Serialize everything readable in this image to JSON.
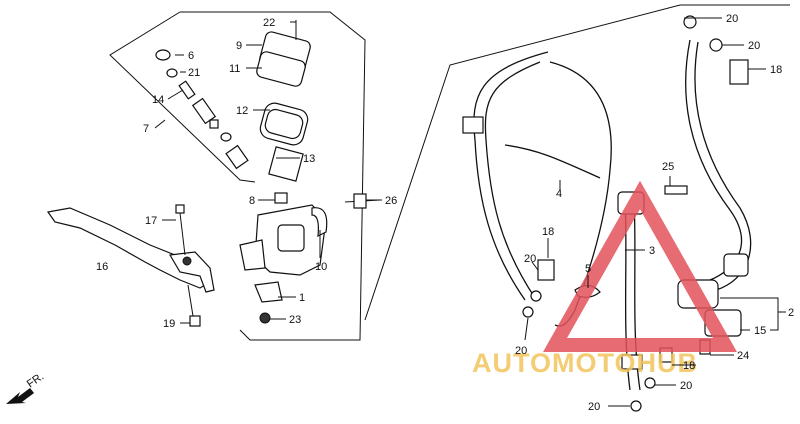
{
  "watermark": {
    "text": "AUTOMOTOHUB",
    "color": "#f3c45b",
    "logo_color": "#e3525a"
  },
  "direction_label": "FR.",
  "callouts": {
    "c1": "1",
    "c2": "2",
    "c3": "3",
    "c4": "4",
    "c5": "5",
    "c6": "6",
    "c7": "7",
    "c8": "8",
    "c9": "9",
    "c10": "10",
    "c11": "11",
    "c12": "12",
    "c13": "13",
    "c14": "14",
    "c15": "15",
    "c16": "16",
    "c17": "17",
    "c18a": "18",
    "c18b": "18",
    "c18c": "18",
    "c19": "19",
    "c20a": "20",
    "c20b": "20",
    "c20c": "20",
    "c20d": "20",
    "c20e": "20",
    "c20f": "20",
    "c21": "21",
    "c22": "22",
    "c23": "23",
    "c24": "24",
    "c25": "25",
    "c26": "26"
  }
}
